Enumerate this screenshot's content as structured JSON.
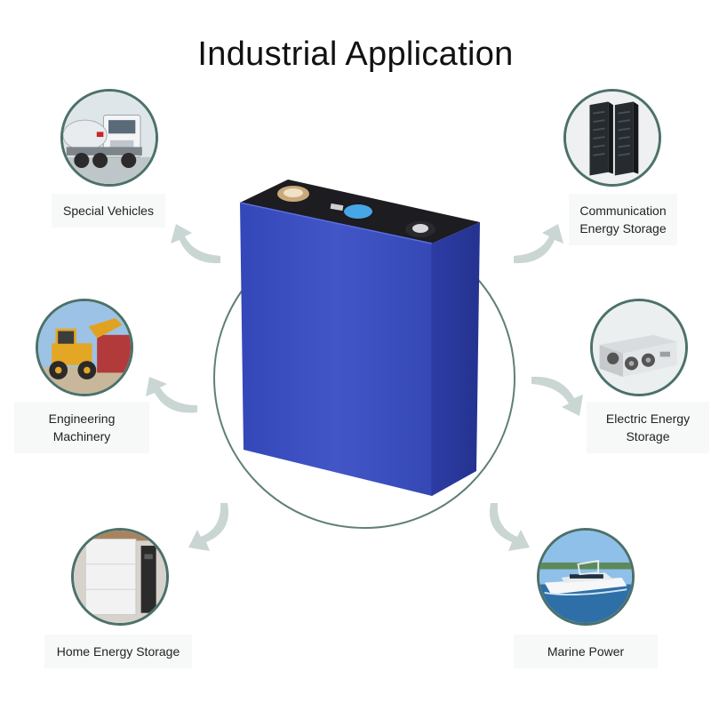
{
  "title": "Industrial Application",
  "applications": {
    "special_vehicles": "Special Vehicles",
    "engineering_machinery_line1": "Engineering",
    "engineering_machinery_line2": "Machinery",
    "home_energy_storage": "Home Energy Storage",
    "communication_line1": "Communication",
    "communication_line2": "Energy Storage",
    "electric_line1": "Electric Energy",
    "electric_line2": "Storage",
    "marine_power": "Marine Power"
  },
  "colors": {
    "ring": "#4c7169",
    "arrow": "#c9d6d3",
    "battery_blue": "#3b4fc0",
    "battery_top": "#1b1b1f"
  },
  "icons": [
    "curved-arrow-icon"
  ]
}
